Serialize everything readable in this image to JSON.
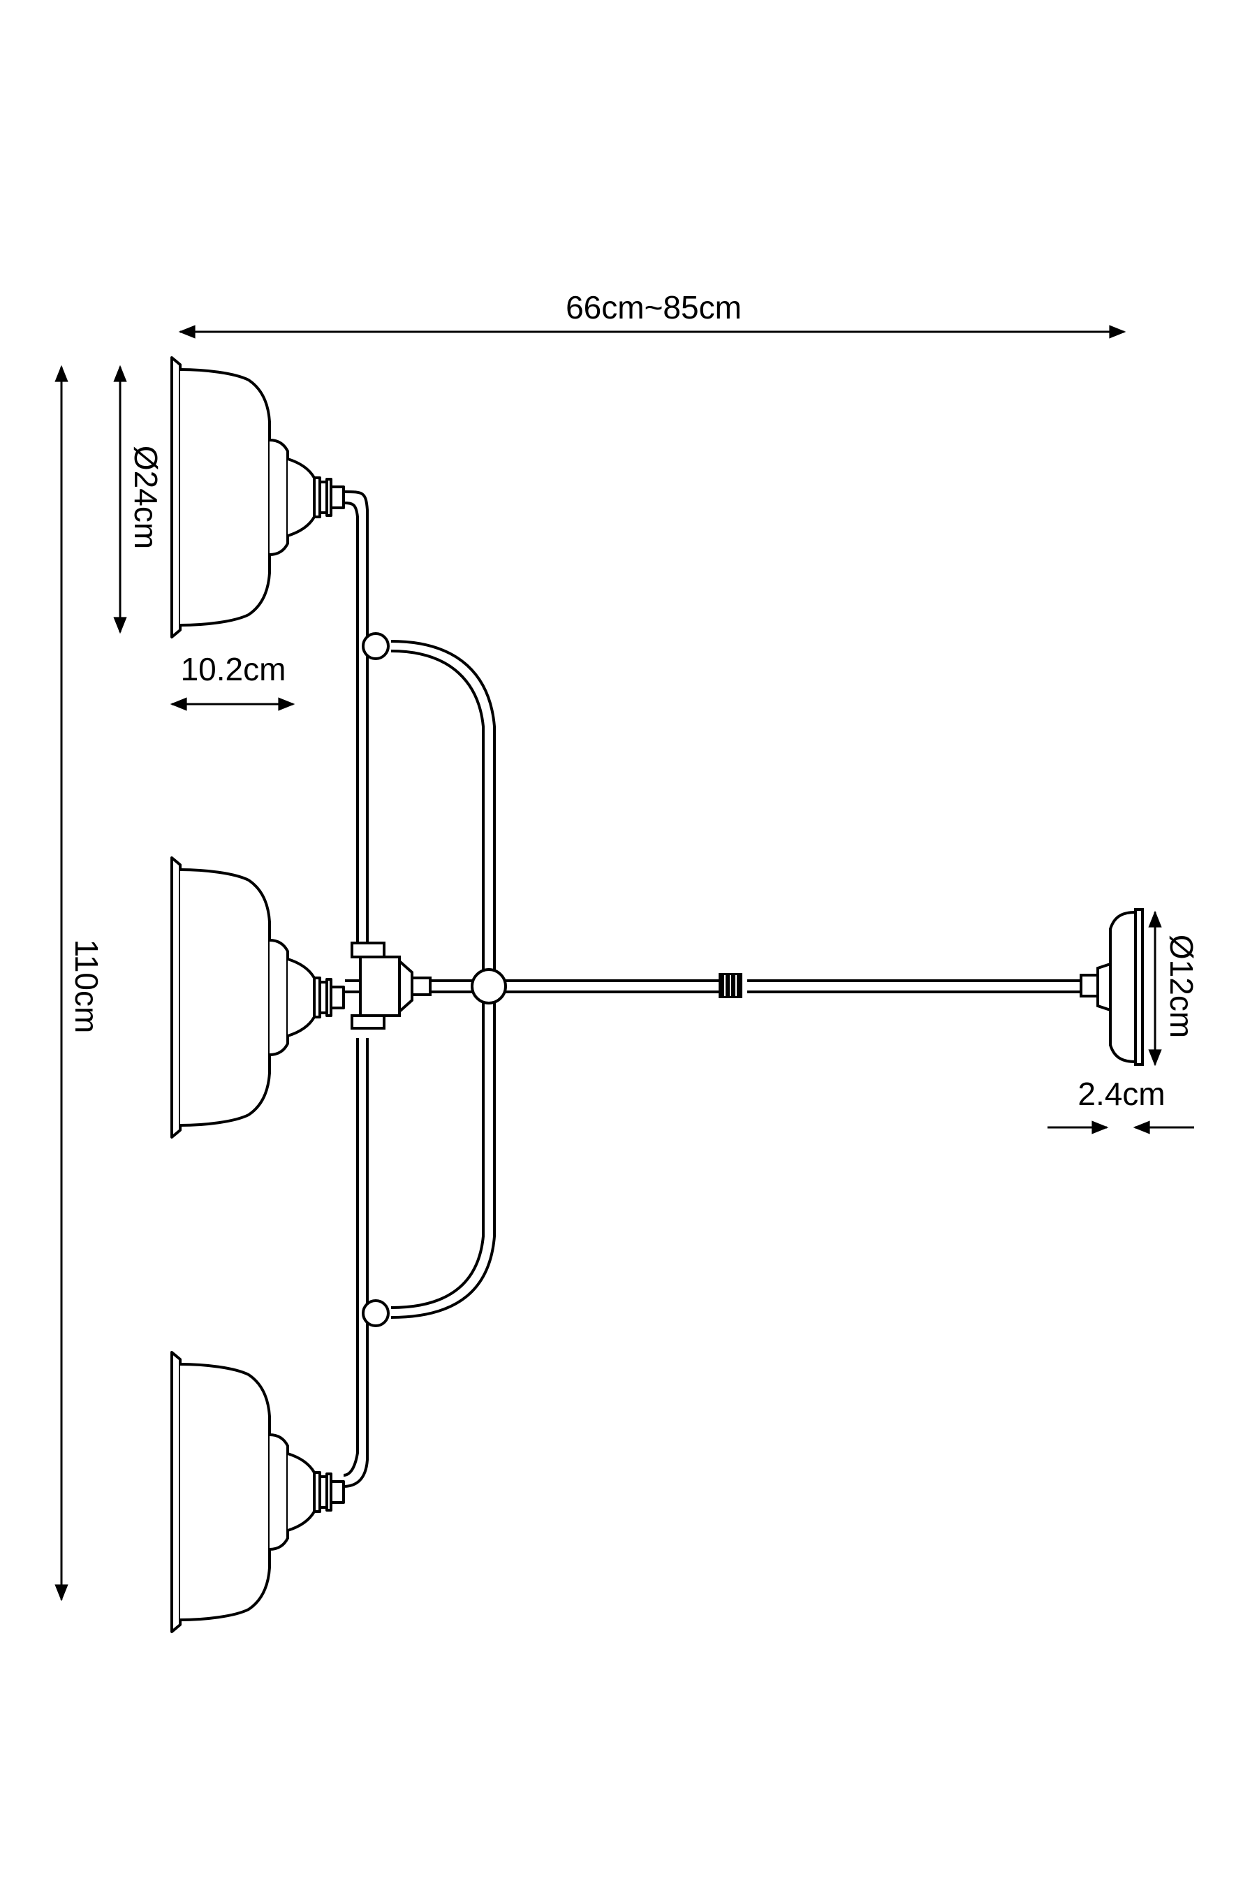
{
  "dimensions": {
    "overall_width": "66cm~85cm",
    "overall_height": "110cm",
    "shade_diameter": "Ø24cm",
    "shade_depth": "10.2cm",
    "canopy_diameter": "Ø12cm",
    "canopy_depth": "2.4cm"
  },
  "colors": {
    "line": "#000000",
    "background": "#ffffff"
  }
}
